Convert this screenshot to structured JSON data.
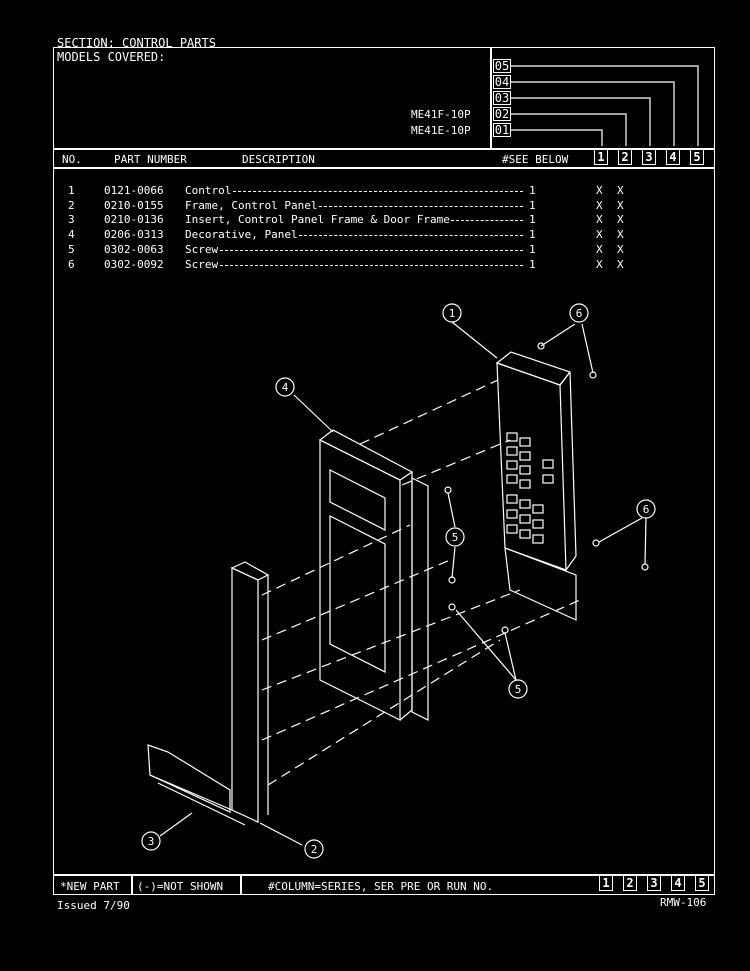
{
  "header": {
    "section": "SECTION: CONTROL PARTS",
    "models_covered_label": "MODELS COVERED:",
    "models": [
      {
        "code": "01",
        "name": "ME41E-10P"
      },
      {
        "code": "02",
        "name": "ME41F-10P"
      },
      {
        "code": "03",
        "name": ""
      },
      {
        "code": "04",
        "name": ""
      },
      {
        "code": "05",
        "name": ""
      }
    ]
  },
  "columns": {
    "no": "NO.",
    "part_number": "PART NUMBER",
    "description": "DESCRIPTION",
    "see_below": "#SEE BELOW",
    "series": [
      "1",
      "2",
      "3",
      "4",
      "5"
    ]
  },
  "parts": [
    {
      "no": "1",
      "part": "0121-0066",
      "desc": "Control",
      "qty": "1",
      "m1": "X",
      "m2": "X"
    },
    {
      "no": "2",
      "part": "0210-0155",
      "desc": "Frame, Control Panel",
      "qty": "1",
      "m1": "X",
      "m2": "X"
    },
    {
      "no": "3",
      "part": "0210-0136",
      "desc": "Insert, Control Panel Frame & Door Frame",
      "qty": "1",
      "m1": "X",
      "m2": "X"
    },
    {
      "no": "4",
      "part": "0206-0313",
      "desc": "Decorative, Panel",
      "qty": "1",
      "m1": "X",
      "m2": "X"
    },
    {
      "no": "5",
      "part": "0302-0063",
      "desc": "Screw",
      "qty": "1",
      "m1": "X",
      "m2": "X"
    },
    {
      "no": "6",
      "part": "0302-0092",
      "desc": "Screw",
      "qty": "1",
      "m1": "X",
      "m2": "X"
    }
  ],
  "callouts": [
    "1",
    "2",
    "3",
    "4",
    "5",
    "5",
    "6",
    "6"
  ],
  "footer": {
    "new_part": "*NEW PART",
    "not_shown": "(-)=NOT SHOWN",
    "column_note": "#COLUMN=SERIES, SER PRE OR RUN NO.",
    "series": [
      "1",
      "2",
      "3",
      "4",
      "5"
    ],
    "issued": "Issued  7/90",
    "code": "RMW-106"
  }
}
